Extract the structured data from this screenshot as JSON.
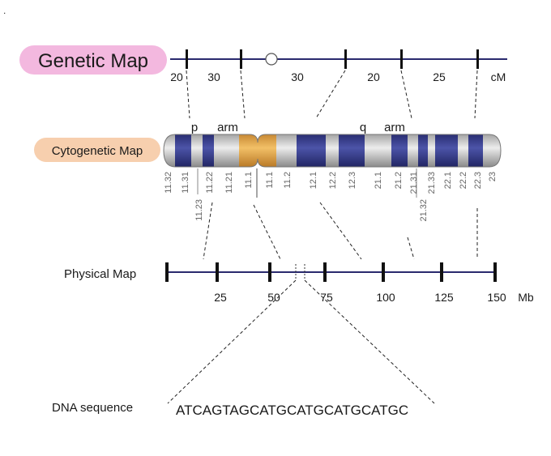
{
  "corner_mark": ".",
  "colors": {
    "line": "#2a2a6e",
    "band_dark": "#2b2f7e",
    "band_centromere": "#e3a13c",
    "genetic_pill": "#f3b8df",
    "cyto_pill": "#f7cfae",
    "label_gray": "#666666"
  },
  "genetic_map": {
    "title": "Genetic Map",
    "distances": [
      "20",
      "30",
      "30",
      "20",
      "25"
    ],
    "unit": "cM"
  },
  "cytogenetic_map": {
    "title": "Cytogenetic Map",
    "p_label": "p",
    "p_arm_label": "arm",
    "q_label": "q",
    "q_arm_label": "arm",
    "bands_row1": [
      "11.32",
      "11.31",
      "11.22",
      "11.21",
      "11.1",
      "11.1",
      "11.2",
      "12.1",
      "12.2",
      "12.3",
      "21.1",
      "21.2",
      "21.31",
      "21.33",
      "22.1",
      "22.2",
      "22.3",
      "23"
    ],
    "bands_row2": [
      "11.23",
      "21.32"
    ]
  },
  "physical_map": {
    "title": "Physical Map",
    "ticks": [
      "25",
      "50",
      "75",
      "100",
      "125",
      "150"
    ],
    "unit": "Mb"
  },
  "dna": {
    "title": "DNA sequence",
    "sequence": "ATCAGTAGCATGCATGCATGCATGC"
  }
}
